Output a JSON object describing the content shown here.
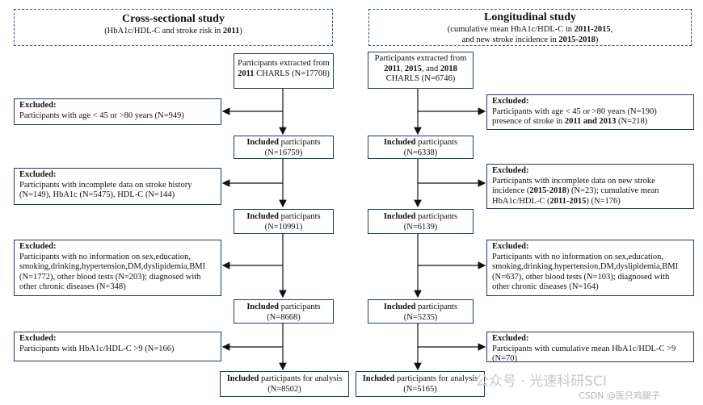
{
  "left": {
    "header": {
      "title": "Cross-sectional study",
      "subtitle_pre": "(HbA1c/HDL-C and stroke risk in ",
      "subtitle_bold": "2011",
      "subtitle_post": ")"
    },
    "box_start": {
      "line1": "Participants extracted from",
      "bold": "2011",
      "rest": " CHARLS (N=17708)"
    },
    "exc1": {
      "title": "Excluded:",
      "text": "Participants with age < 45 or >80 years (N=949)"
    },
    "inc1": {
      "bold": "Included",
      "rest": " participants",
      "n": "(N=16759)"
    },
    "exc2": {
      "title": "Excluded:",
      "text": "Participants with incomplete data on stroke history (N=149), HbA1c (N=5475), HDL-C (N=144)"
    },
    "inc2": {
      "bold": "Included",
      "rest": " participants",
      "n": "(N=10991)"
    },
    "exc3": {
      "title": "Excluded:",
      "text": "Participants with no information on sex,education, smoking,drinking,hypertension,DM,dyslipidemia,BMI (N=1772), other blood tests (N=203); diagnosed with other chronic diseases (N=348)"
    },
    "inc3": {
      "bold": "Included",
      "rest": " participants",
      "n": "(N=8668)"
    },
    "exc4": {
      "title": "Excluded:",
      "text": "Participants with HbA1c/HDL-C >9 (N=166)"
    },
    "final": {
      "bold": "Included",
      "rest": " participants for analysis",
      "n": "(N=8502)"
    }
  },
  "right": {
    "header": {
      "title": "Longitudinal study",
      "line1_pre": "(cumulative mean HbA1c/HDL-C in ",
      "line1_bold": "2011-2015",
      "line1_post": ",",
      "line2_pre": "and new stroke incidence in ",
      "line2_bold": "2015-2018",
      "line2_post": ")"
    },
    "box_start": {
      "line1": "Participants extracted from",
      "y1": "2011",
      "sep1": ", ",
      "y2": "2015",
      "sep2": ", and ",
      "y3": "2018",
      "line3": "CHARLS (N=6746)"
    },
    "exc1": {
      "title": "Excluded:",
      "line1": "Participants with age < 45 or >80 years (N=190)",
      "line2_pre": "presence of stroke in ",
      "line2_bold": "2011 and 2013",
      "line2_post": " (N=218)"
    },
    "inc1": {
      "bold": "Included",
      "rest": " participants",
      "n": "(N=6338)"
    },
    "exc2": {
      "title": "Excluded:",
      "t1": "Participants with incomplete data on new stroke incidence (",
      "b1": "2015-2018",
      "t2": ") (N=23); cumulative mean HbA1c/HDL-C (",
      "b2": "2011-2015",
      "t3": ") (N=176)"
    },
    "inc2": {
      "bold": "Included",
      "rest": " participants",
      "n": "(N=6139)"
    },
    "exc3": {
      "title": "Excluded:",
      "text": "Participants with no information on sex,education, smoking,drinking,hypertension,DM,dyslipidemia,BMI (N=637), other blood tests (N=103); diagnosed with other chronic diseases (N=164)"
    },
    "inc3": {
      "bold": "Included",
      "rest": " participants",
      "n": "(N=5235)"
    },
    "exc4": {
      "title": "Excluded:",
      "text": "Participants with cumulative mean HbA1c/HDL-C >9 (N=70)"
    },
    "final": {
      "bold": "Included",
      "rest": " participants for analysis",
      "n": "(N=5165)"
    }
  },
  "watermark": {
    "line1": "公众号 · 光速科研SCI",
    "line2": "CSDN @医只鸡腿子"
  }
}
